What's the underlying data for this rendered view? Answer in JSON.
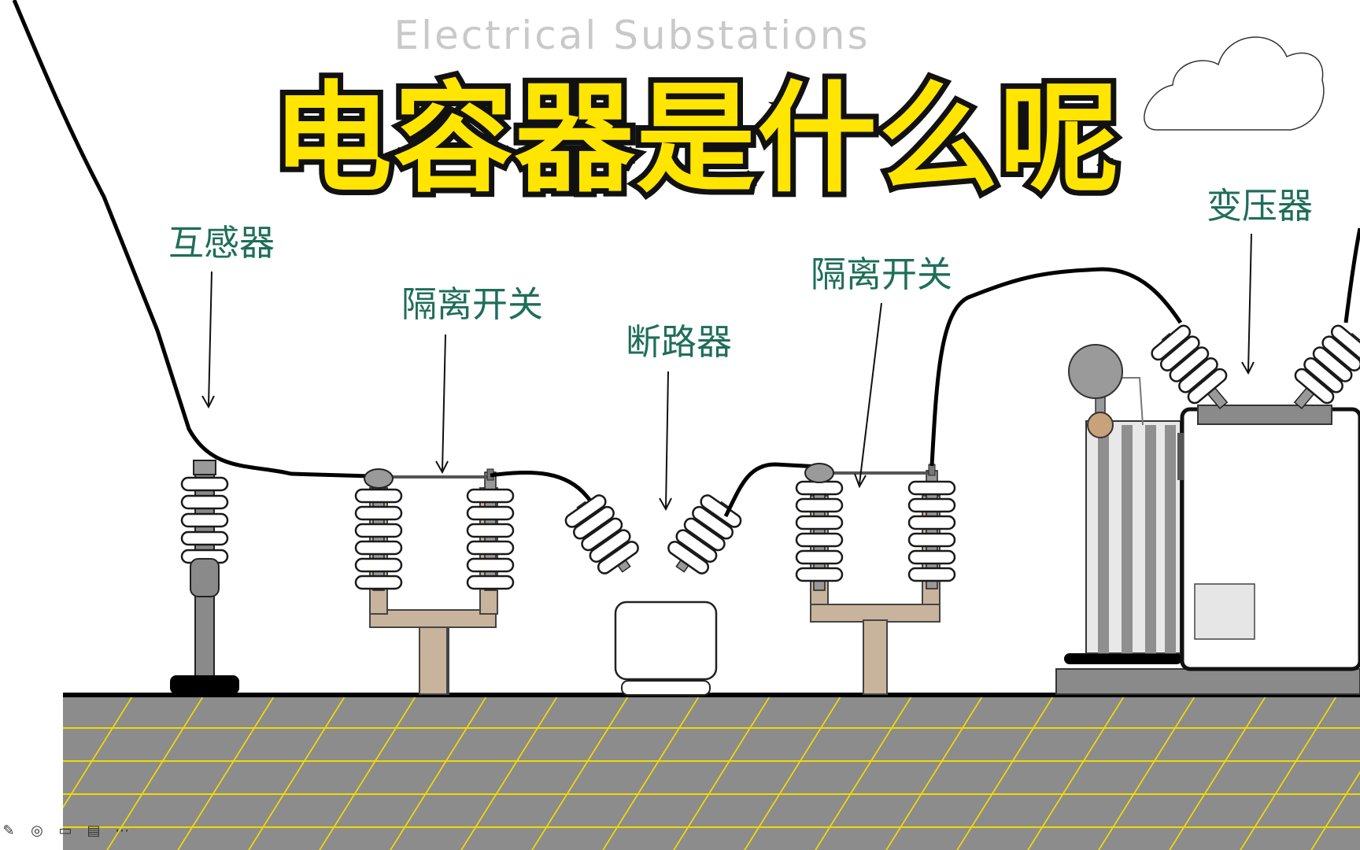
{
  "header": {
    "subtitle": "Electrical Substations",
    "title": "电容器是什么呢"
  },
  "labels": {
    "transformer_ct": "互感器",
    "disconnector_1": "隔离开关",
    "breaker": "断路器",
    "disconnector_2": "隔离开关",
    "power_transformer": "变压器"
  },
  "colors": {
    "title_fill": "#ffe500",
    "title_outline": "#111111",
    "label_text": "#1f6e5a",
    "ground_fill": "#8c8c8c",
    "ground_grid": "#f2dc00",
    "support_tan": "#c8b49c"
  },
  "toolbar": {
    "icons": [
      "pen-icon",
      "screenshot-icon",
      "video-icon",
      "comment-icon",
      "more-icon"
    ]
  }
}
